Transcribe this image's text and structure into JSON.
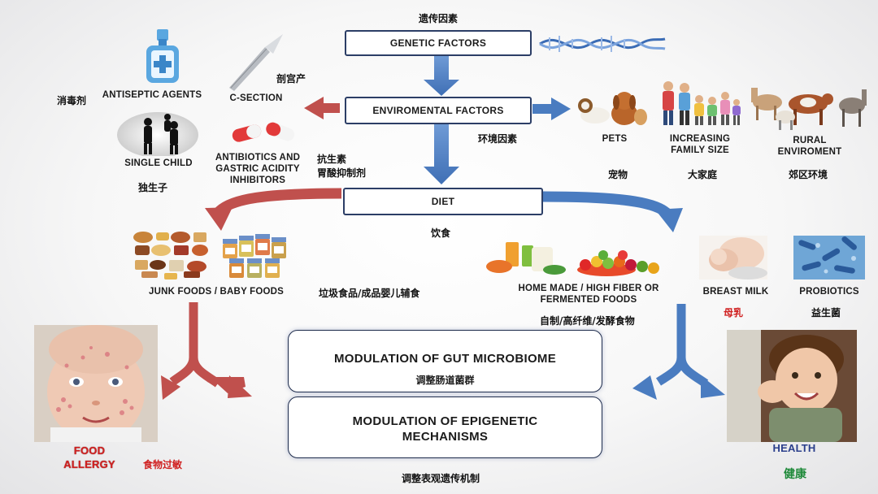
{
  "top": {
    "genetic_cn": "遗传因素",
    "genetic_box": "GENETIC FACTORS",
    "env_box": "ENVIROMENTAL FACTORS",
    "env_cn": "环境因素",
    "diet_box": "DIET",
    "diet_cn": "饮食"
  },
  "left_factors": {
    "antiseptic_label": "ANTISEPTIC AGENTS",
    "antiseptic_cn": "消毒剂",
    "csection_label": "C-SECTION",
    "csection_cn": "剖宫产",
    "single_child_label": "SINGLE CHILD",
    "single_child_cn": "独生子",
    "antibiotics_label": "ANTIBIOTICS AND GASTRIC ACIDITY INHIBITORS",
    "antibiotics_cn_1": "抗生素",
    "antibiotics_cn_2": "胃酸抑制剂"
  },
  "right_factors": {
    "pets_label": "PETS",
    "pets_cn": "宠物",
    "family_label": "INCREASING FAMILY SIZE",
    "family_cn": "大家庭",
    "rural_label": "RURAL ENVIROMENT",
    "rural_cn": "郊区环境"
  },
  "diet_left": {
    "foods_label": "JUNK FOODS  /  BABY FOODS",
    "foods_cn": "垃圾食品/成品婴儿辅食"
  },
  "diet_right": {
    "homemade_label": "HOME MADE / HIGH FIBER OR FERMENTED FOODS",
    "homemade_cn": "自制/高纤维/发酵食物",
    "breast_label": "BREAST MILK",
    "breast_cn": "母乳",
    "probiotics_label": "PROBIOTICS",
    "probiotics_cn": "益生菌"
  },
  "center": {
    "microbiome_label": "MODULATION OF GUT MICROBIOME",
    "microbiome_cn": "调整肠道菌群",
    "epigenetic_label": "MODULATION OF EPIGENETIC MECHANISMS",
    "epigenetic_cn": "调整表观遗传机制"
  },
  "outcomes": {
    "allergy_label": "FOOD ALLERGY",
    "allergy_cn": "食物过敏",
    "health_label": "HEALTH",
    "health_cn": "健康"
  },
  "colors": {
    "blue_arrow": "#4a7cc0",
    "red_arrow": "#c0504d",
    "box_border": "#2c3e66",
    "allergy_red": "#d02020",
    "health_blue": "#2b3f8c",
    "health_cn_green": "#1f8a3a",
    "breast_cn_red": "#d02020"
  }
}
